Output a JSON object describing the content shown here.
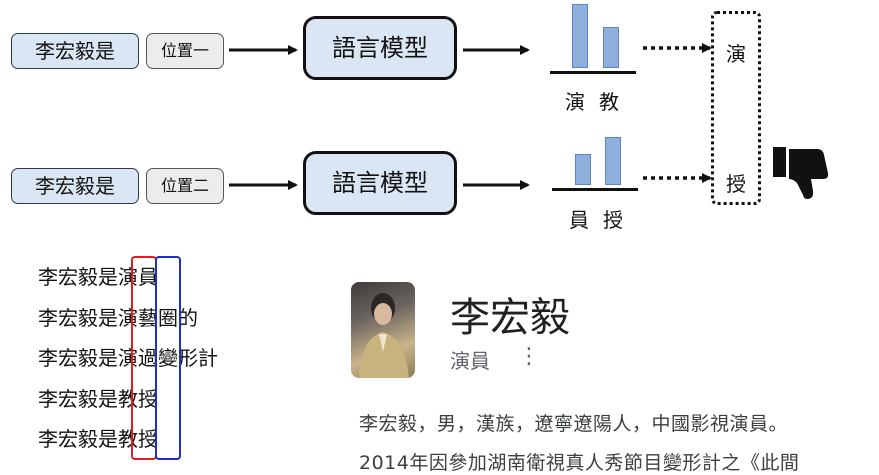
{
  "rows": [
    {
      "prompt": "李宏毅是",
      "position": "位置一",
      "model": "語言模型",
      "bar_labels": [
        "演",
        "教"
      ],
      "output": "演"
    },
    {
      "prompt": "李宏毅是",
      "position": "位置二",
      "model": "語言模型",
      "bar_labels": [
        "員",
        "授"
      ],
      "output": "授"
    }
  ],
  "candidates": [
    "李宏毅是演員",
    "李宏毅是演藝圈的",
    "李宏毅是演過變形計",
    "李宏毅是教授",
    "李宏毅是教授"
  ],
  "card": {
    "title": "李宏毅",
    "subtitle": "演員",
    "menu_glyph": "⋮",
    "description_lines": [
      "李宏毅，男，漢族，遼寧遼陽人，中國影視演員。",
      "2014年因參加湖南衛視真人秀節目變形計之《此間"
    ]
  },
  "icons": {
    "thumbs_down": "thumbs-down-icon"
  }
}
